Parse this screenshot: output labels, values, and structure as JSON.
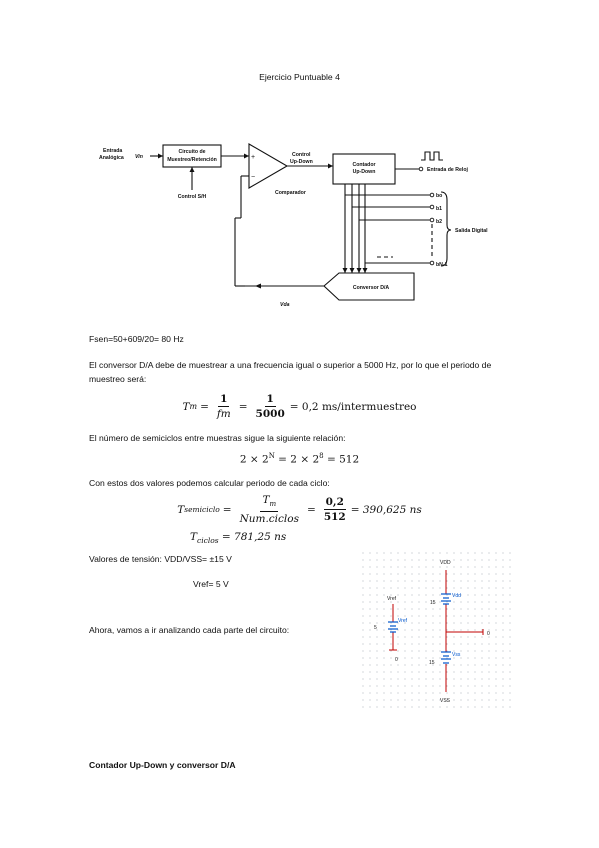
{
  "doc": {
    "title": "Ejercicio Puntuable 4",
    "fsen": "Fsen=50+609/20= 80 Hz",
    "p1": "El conversor D/A debe de muestrear a una frecuencia igual o superior a 5000 Hz, por lo que el periodo de muestreo será:",
    "p2": "El número de semiciclos entre muestras sigue la siguiente relación:",
    "p3": "Con estos dos valores podemos calcular periodo de cada ciclo:",
    "tension": "Valores de tensión: VDD/VSS= ±15 V",
    "vref": "Vref= 5 V",
    "ahora": "Ahora, vamos a ir analizando cada parte del circuito:",
    "section": "Contador Up-Down y conversor D/A"
  },
  "eq1": {
    "lhs": "T",
    "lhs_sub": "m",
    "f1_num": "1",
    "f1_den": "fm",
    "f2_num": "1",
    "f2_den": "5000",
    "rhs": "= 0,2 ms/intermuestreo"
  },
  "eq2": {
    "text": "2 × 2",
    "sup1": "N",
    "mid": " = 2 × 2",
    "sup2": "8",
    "rhs": " = 512"
  },
  "eq3": {
    "lhs": "T",
    "lhs_sub": "semiciclo",
    "f1_num": "T",
    "f1_num_sub": "m",
    "f1_den": "Num.ciclos",
    "f2_num": "0,2",
    "f2_den": "512",
    "rhs": "= 390,625 ns"
  },
  "eq4": {
    "lhs": "T",
    "lhs_sub": "ciclos",
    "rhs": "= 781,25 ns"
  },
  "block_diagram": {
    "entrada_analogica_1": "Entrada",
    "entrada_analogica_2": "Analógica",
    "vin": "Vin",
    "sh_box_1": "Circuito de",
    "sh_box_2": "Muestreo/Retención",
    "control_sh": "Control S/H",
    "comparador": "Comparador",
    "control_updown_1": "Control",
    "control_updown_2": "Up-Down",
    "contador_1": "Contador",
    "contador_2": "Up-Down",
    "entrada_reloj": "Entrada de Reloj",
    "b0": "bo",
    "b1": "b1",
    "b2": "b2",
    "bn1": "bN-1",
    "salida_digital": "Salida Digital",
    "conversor": "Conversor D/A",
    "vda": "Vda",
    "plus": "+",
    "minus": "−"
  },
  "schematic": {
    "vdd_top": "VDD",
    "vdd_label": "Vdd",
    "v15_top": "15",
    "vref_label": "Vref",
    "vref_net": "Vref",
    "v5": "5",
    "zero": "0",
    "v15_bot": "15",
    "vss_label": "Vss",
    "vss_bot": "VSS"
  }
}
